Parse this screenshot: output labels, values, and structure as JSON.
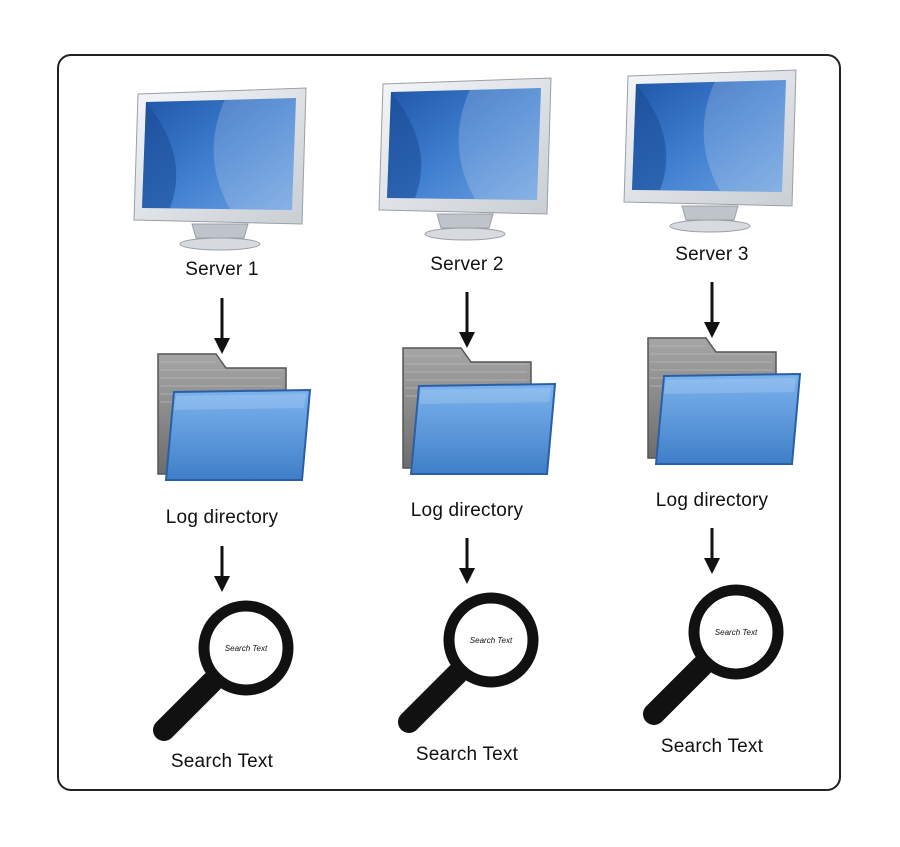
{
  "colors": {
    "frame_border": "#222222",
    "screen_blue": "#2d6bc0",
    "folder_blue": "#5b9be0",
    "folder_gray": "#8a8a8a",
    "magnifier": "#111111"
  },
  "columns": [
    {
      "server_label": "Server 1",
      "server_icon": "monitor-icon",
      "directory_label": "Log directory",
      "directory_icon": "folder-icon",
      "lens_text": "Search Text",
      "search_label": "Search Text",
      "search_icon": "magnifier-icon"
    },
    {
      "server_label": "Server 2",
      "server_icon": "monitor-icon",
      "directory_label": "Log directory",
      "directory_icon": "folder-icon",
      "lens_text": "Search Text",
      "search_label": "Search Text",
      "search_icon": "magnifier-icon"
    },
    {
      "server_label": "Server 3",
      "server_icon": "monitor-icon",
      "directory_label": "Log directory",
      "directory_icon": "folder-icon",
      "lens_text": "Search Text",
      "search_label": "Search Text",
      "search_icon": "magnifier-icon"
    }
  ]
}
